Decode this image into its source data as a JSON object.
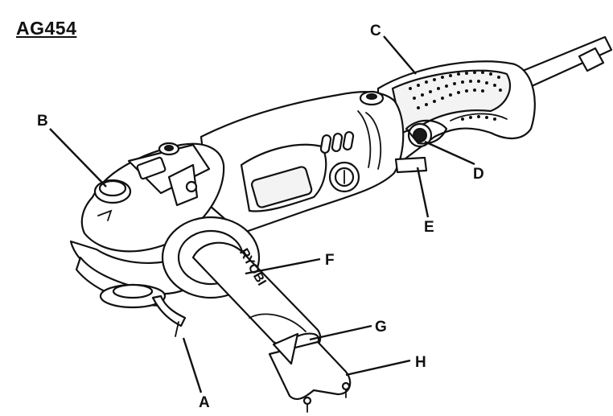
{
  "model": "AG454",
  "callouts": [
    {
      "id": "A",
      "letter": "A"
    },
    {
      "id": "B",
      "letter": "B"
    },
    {
      "id": "C",
      "letter": "C"
    },
    {
      "id": "D",
      "letter": "D"
    },
    {
      "id": "E",
      "letter": "E"
    },
    {
      "id": "F",
      "letter": "F"
    },
    {
      "id": "G",
      "letter": "G"
    },
    {
      "id": "H",
      "letter": "H"
    }
  ],
  "handle_logo": "RYOBI"
}
